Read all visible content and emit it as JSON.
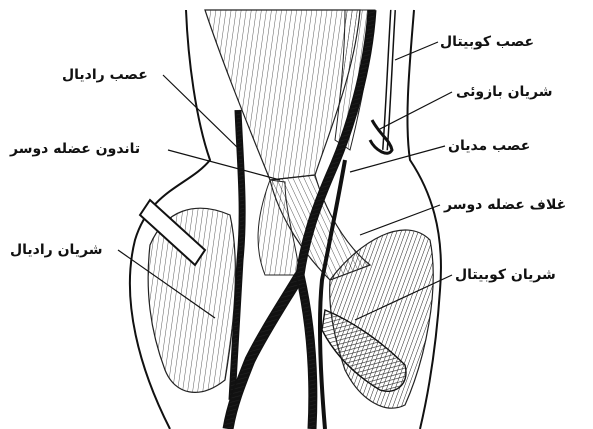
{
  "labels": {
    "ulnar_nerve": "عصب کوبیتال",
    "radial_nerve": "عصب رادیال",
    "brachial_artery": "شریان بازوئی",
    "biceps_tendon": "تاندون عضله دوسر",
    "median_nerve": "عصب مدیان",
    "biceps_sheath": "غلاف عضله دوسر",
    "radial_artery": "شریان رادیال",
    "ulnar_artery": "شریان کوبیتال"
  },
  "colors": {
    "ink": "#111111",
    "paper": "#ffffff"
  }
}
